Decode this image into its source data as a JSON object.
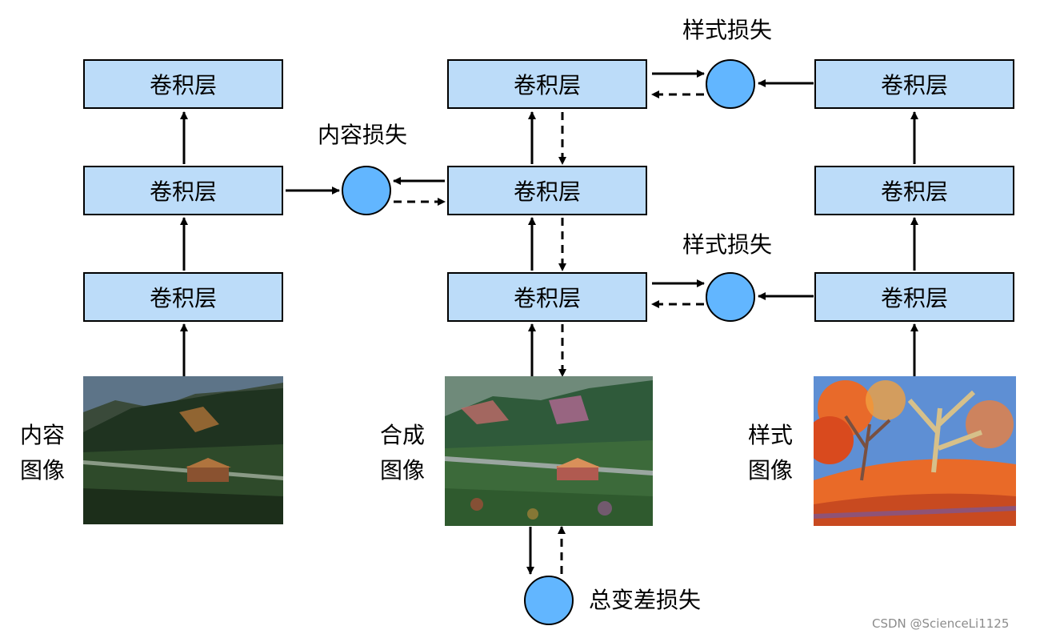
{
  "layer_label": "卷积层",
  "content_loss_label": "内容损失",
  "style_loss_label": "样式损失",
  "tv_loss_label": "总变差损失",
  "content_image": {
    "line1": "内容",
    "line2": "图像"
  },
  "synth_image": {
    "line1": "合成",
    "line2": "图像"
  },
  "style_image": {
    "line1": "样式",
    "line2": "图像"
  },
  "watermark": "CSDN @ScienceLi1125",
  "colors": {
    "layer_fill": "#bcdcf9",
    "loss_fill": "#62b6ff",
    "stroke": "#000000"
  }
}
